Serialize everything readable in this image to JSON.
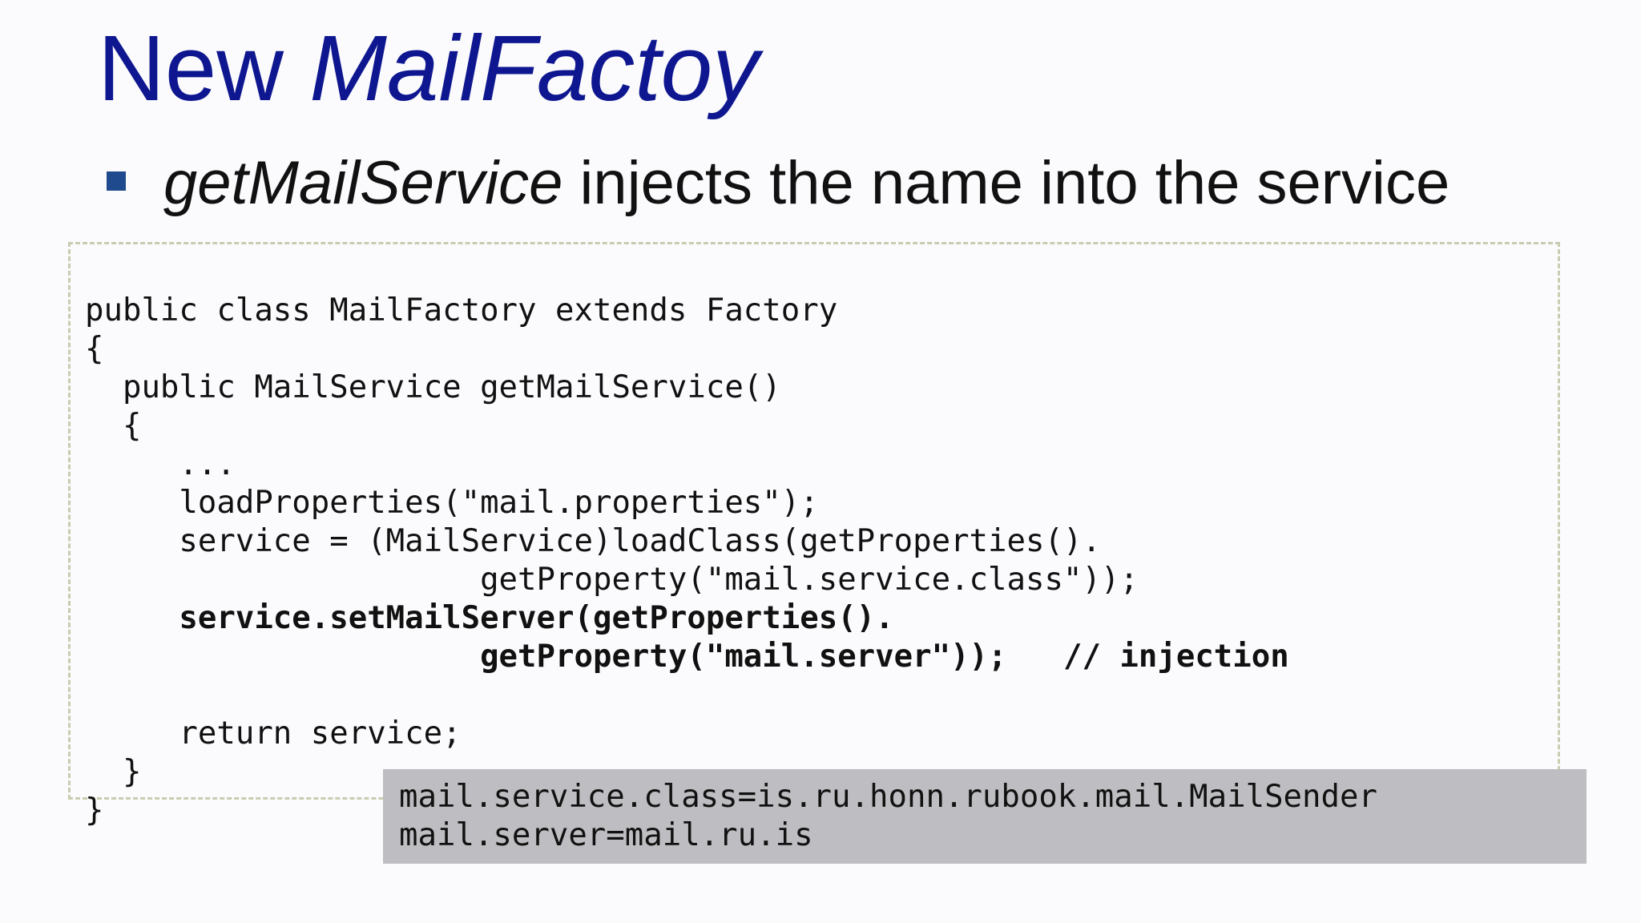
{
  "slide": {
    "title_plain": "New ",
    "title_italic": "MailFactoy",
    "bullet_italic": "getMailService",
    "bullet_plain": " injects the name into the service"
  },
  "code": {
    "lines": [
      "public class MailFactory extends Factory",
      "{",
      "  public MailService getMailService()",
      "  {",
      "     ...",
      "     loadProperties(\"mail.properties\");",
      "     service = (MailService)loadClass(getProperties().",
      "                     getProperty(\"mail.service.class\"));",
      "     service.setMailServer(getProperties().",
      "                     getProperty(\"mail.server\"));   // injection",
      "",
      "     return service;",
      "  }",
      "}"
    ]
  },
  "properties": {
    "lines": [
      "mail.service.class=is.ru.honn.rubook.mail.MailSender",
      "mail.server=mail.ru.is"
    ]
  }
}
